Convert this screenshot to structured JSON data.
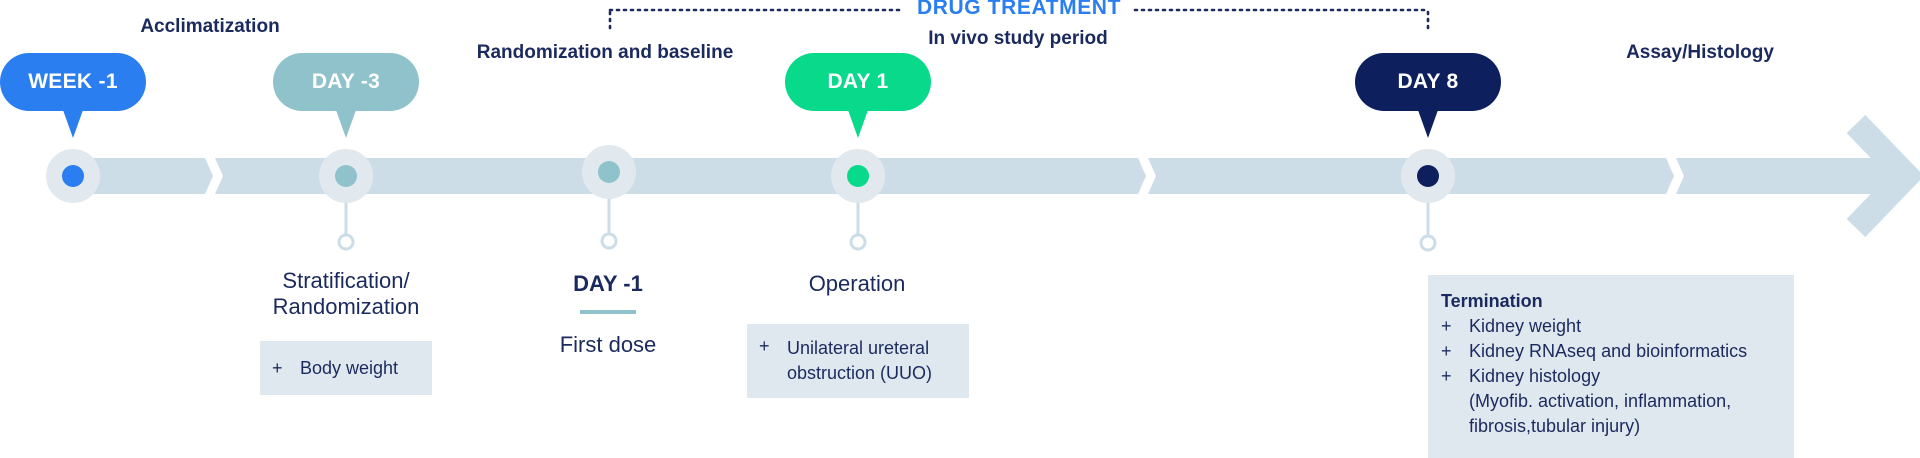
{
  "colors": {
    "navy": "#0d1f5c",
    "blue": "#2a7ef0",
    "teal": "#8fc2cb",
    "green": "#08d98a",
    "track": "#cddde7",
    "box": "#dfe8ef",
    "text": "#1b2a5e"
  },
  "header": {
    "drug_treatment": "DRUG TREATMENT",
    "in_vivo": "In vivo study period"
  },
  "phases": {
    "acclimatization": "Acclimatization",
    "randomization_baseline": "Randomization and baseline",
    "assay_histology": "Assay/Histology"
  },
  "milestones": {
    "week_minus1": "WEEK -1",
    "day_minus3": "DAY -3",
    "day_1": "DAY 1",
    "day_8": "DAY 8"
  },
  "events": {
    "stratification": "Stratification/\nRandomization",
    "body_weight": "Body weight",
    "day_minus1": "DAY -1",
    "first_dose": "First dose",
    "operation": "Operation",
    "uuo": "Unilateral ureteral\nobstruction (UUO)",
    "termination_title": "Termination",
    "termination_items": [
      "Kidney weight",
      "Kidney RNAseq and bioinformatics",
      "Kidney histology\n(Myofib. activation, inflammation,\nfibrosis,tubular injury)"
    ]
  },
  "plus_sign": "+"
}
